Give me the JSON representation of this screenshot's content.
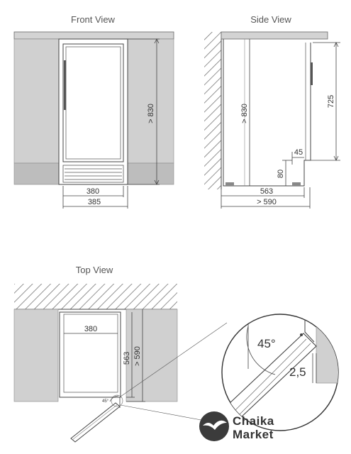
{
  "front_view": {
    "title": "Front View",
    "height_label": "> 830",
    "inner_width_label": "380",
    "outer_width_label": "385"
  },
  "side_view": {
    "title": "Side View",
    "height_label": "> 830",
    "top_height_label": "725",
    "vent_width_label": "45",
    "vent_height_label": "80",
    "depth_label": "563",
    "min_depth_label": "> 590"
  },
  "top_view": {
    "title": "Top View",
    "inner_width_label": "380",
    "depth_label": "563",
    "min_depth_label": "> 590",
    "door_angle_label": "45°"
  },
  "detail": {
    "angle_label": "45°",
    "gap_label": "2,5"
  },
  "logo": {
    "line1": "Chaika",
    "line2": "Market"
  },
  "colors": {
    "wall_fill": "#d3d3d3",
    "base_fill": "#bdbdbd",
    "cabinet_fill": "#d7d7d7",
    "line": "#555555",
    "logo_dark": "#3b3b3b"
  }
}
